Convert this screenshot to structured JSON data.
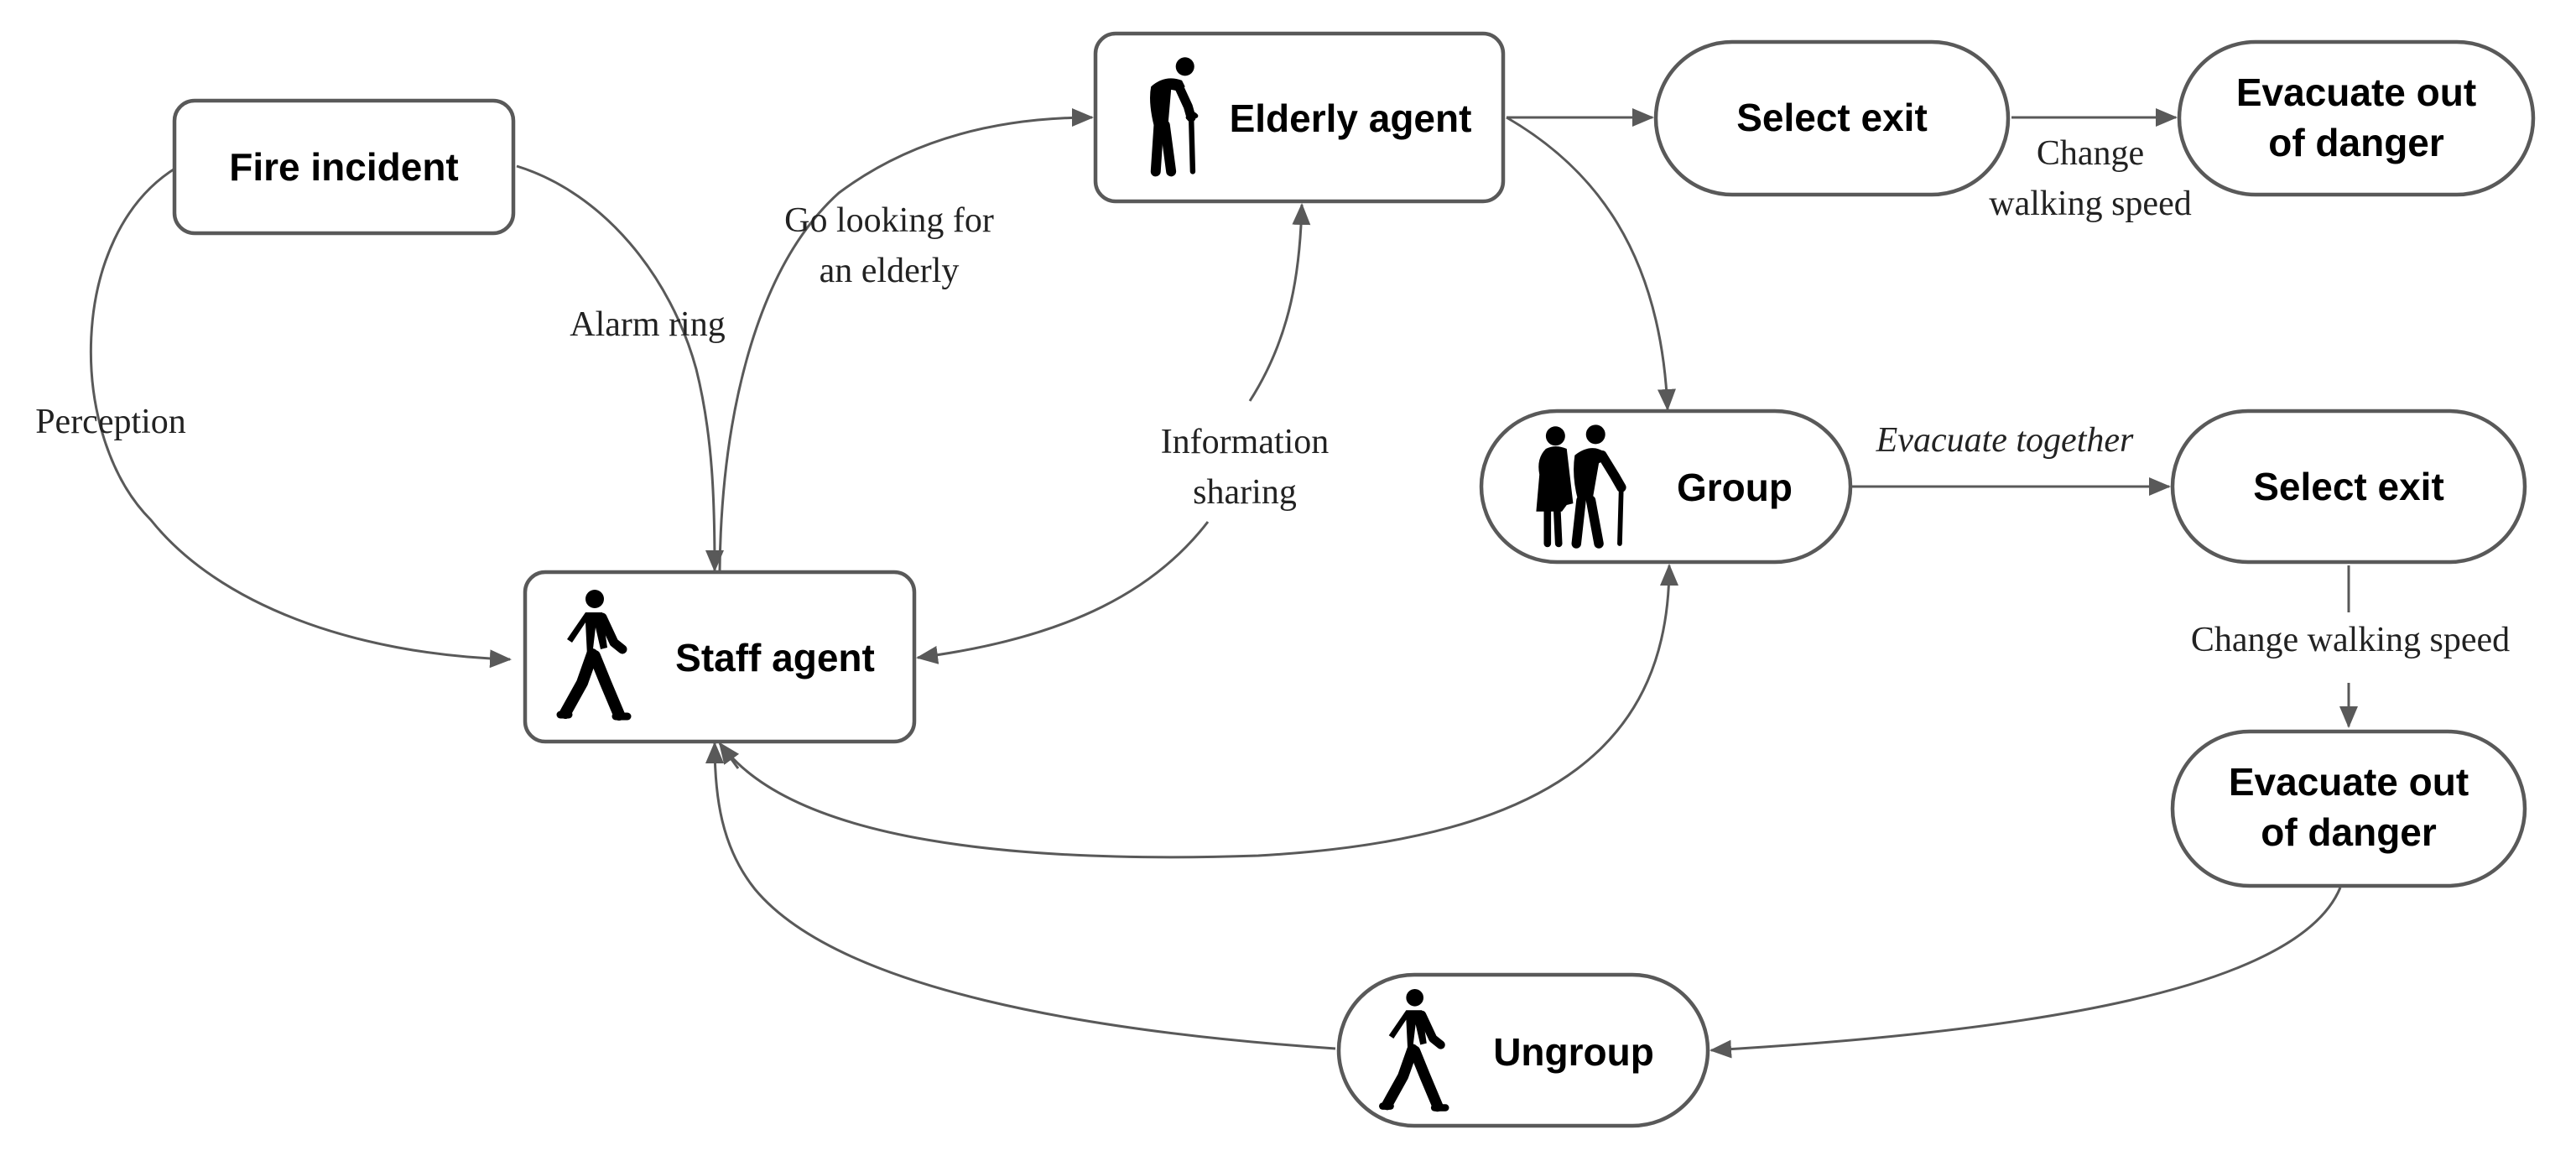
{
  "diagram": {
    "nodes": {
      "fire_incident": "Fire incident",
      "elderly_agent": "Elderly agent",
      "staff_agent": "Staff agent",
      "select_exit_1": "Select exit",
      "evacuate_1_line1": "Evacuate out",
      "evacuate_1_line2": "of danger",
      "group": "Group",
      "select_exit_2": "Select exit",
      "evacuate_2_line1": "Evacuate out",
      "evacuate_2_line2": "of danger",
      "ungroup": "Ungroup"
    },
    "edge_labels": {
      "perception": "Perception",
      "alarm_ring": "Alarm ring",
      "go_looking_line1": "Go looking for",
      "go_looking_line2": "an elderly",
      "info_sharing_line1": "Information",
      "info_sharing_line2": "sharing",
      "change_speed_1_line1": "Change",
      "change_speed_1_line2": "walking speed",
      "evacuate_together": "Evacuate together",
      "change_speed_2": "Change walking speed"
    },
    "icons": {
      "elderly_agent": "elderly-person-with-cane-icon",
      "staff_agent": "walking-person-icon",
      "group": "elderly-couple-icon",
      "ungroup": "walking-person-icon"
    },
    "colors": {
      "stroke": "#595959",
      "text": "#000000"
    }
  }
}
